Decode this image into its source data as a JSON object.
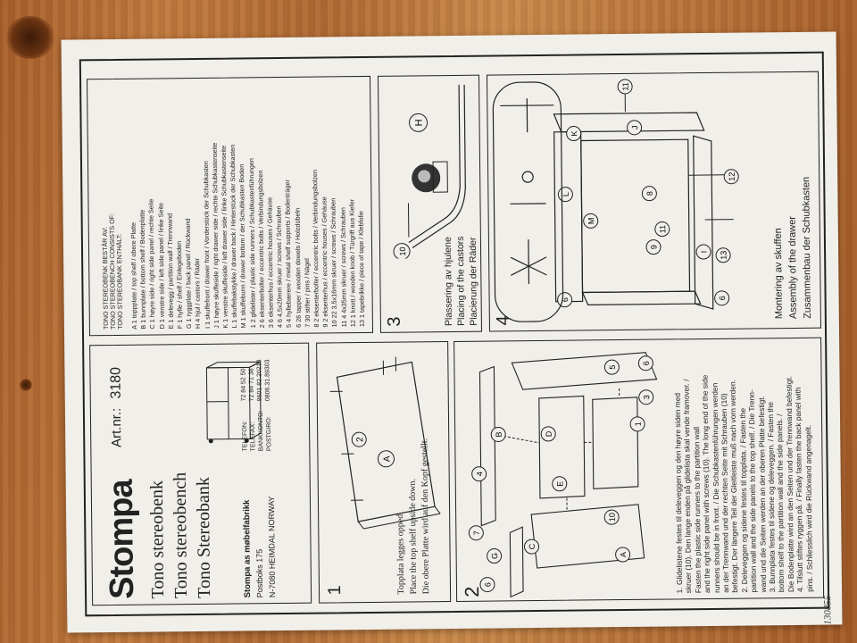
{
  "brand": {
    "name": "Stompa",
    "article_label": "Art.nr.:",
    "article_number": "3180"
  },
  "product": {
    "names": [
      "Tono stereobenk",
      "Tono stereobench",
      "Tono Stereobank"
    ]
  },
  "company": {
    "lines": [
      "Stompa as møbelfabrikk",
      "Postboks 175",
      "N-7080 HEIMDAL NORWAY"
    ],
    "contacts": [
      {
        "label": "TELEFON:",
        "value": "72 84 52 50"
      },
      {
        "label": "TELEFAX:",
        "value": "72 84 71 38"
      },
      {
        "label": "BANKKONTO:",
        "value": "8601.82.20213"
      },
      {
        "label": "POSTGIRO:",
        "value": "0806.31.89303"
      }
    ]
  },
  "parts": {
    "heading": [
      "TONO STEREOBENK BESTÅR AV:",
      "TONO STEREOBENCH CONSISTS OF:",
      "TONO STEREOBANK ENTHÄLT:"
    ],
    "items": [
      "A  1 toppplate / top shelf / obere Platte",
      "B  1 bunnplate / bottom shelf / Bodenplatte",
      "C  1 høyre side / right side panel / rechte Seite",
      "D  1 venstre side / left side panel / linke Seite",
      "E  1 delevegg / partition wall / Trennwand",
      "F  1 hylle / shelf / Einlegeboden",
      "G  1 ryggplate / back panel / Rückwand",
      "H  4 hjul / castors / Räder",
      "I  1 skuffefront / drawer front / Vorderstück der Schubkasten",
      "J  1 høyre skuffeside / right drawer side / rechte Schubkastenseite",
      "K  1 venstre skuffeside / left drawer side / linke Schubkastenseite",
      "L  1 skuffebakstykke / drawer back / Hinterstück der Schubkasten",
      "M  1 skuffebunn / drawer bottom / der Schubkasten Boden",
      "1  2 glidelister / plastic side runners / Schubkastenführungen",
      "2  6 eksenterbolter / eccentric bolts / Verbindungsbolzen",
      "3  6 eksenterhus / eccentric houses / Gehäuse",
      "4  6 4,5x20mm skruer / screws / Schrauben",
      "5  4 hyllebærere / metal shelf supports / Bodenträger",
      "6  26 tapper / wooden dowels / Holzdübeln",
      "7  30 stifter / pins / Nägel",
      "8  2 eksenterbolter / eccentric bolts / Verbindungsbolzen",
      "9  2 eksenterhus / eccentric houses / Gehäuse",
      "10  22 3,5x16mm skruer / screws / Schrauben",
      "11  4 4x35mm skruer / screws / Schrauben",
      "12  1 knott / wooden knob / Türgriff aus Kiefer",
      "13  1 tapebrikke / piece of tape / Klebfolie"
    ]
  },
  "steps": {
    "step1": {
      "number": "1",
      "lines": [
        "Topplata legges opped.",
        "Place the top shelf upside down.",
        "Die obere Platte wird auf den Kopf gestellt."
      ]
    },
    "step2": {
      "number": "2",
      "lines": [
        "1. Glidelistene festes til deleveggen og den høyre siden med",
        "skruer (10). Den lange enden på glidelista skal vende framover. /",
        "Fasten the plastic side runners to the partition wall",
        "and the right side panel with screws (10). The long end of the side",
        "runners should be in front. / Die Schubkastenführungen werden",
        "an der Trennwand und der rechten Seite mit Schrauben (10)",
        "befestigt. Der längere Teil der Gleitleiste muß nach vorn werden.",
        "2. Deleveggen og sidene festes til topplata. / Fasten the",
        "partition wall and the side panels to the top shelf. / Die Trenn-",
        "wand und die Seiten werden an der oberen Platte befestigt.",
        "3. Bunnplata festes til sidene og deleveggen. / Fasten the",
        "bottom shelf to the partition wall and the side panels. /",
        "Die Bodenplatte wird an den Seiten und der Trennwand befestigt.",
        "4. Tilslutt stiftes ryggen på. / Finally fasten the back panel with",
        "pins. / Schliesslich wird die Rückwand angenagelt."
      ]
    },
    "step3": {
      "number": "3",
      "lines": [
        "Plassering av hjulene",
        "Placing of the castors",
        "Placierung der Räder"
      ]
    },
    "step4": {
      "number": "4",
      "lines": [
        "Montering av skuffen",
        "Assembly of the drawer",
        "Zusammenbau der Schubkasten"
      ]
    }
  },
  "diagram_labels": {
    "step1": [
      "2",
      "A"
    ],
    "step2": [
      "6",
      "5",
      "3",
      "B",
      "D",
      "1",
      "4",
      "E",
      "10",
      "A",
      "7",
      "G",
      "C",
      "6"
    ],
    "step3": [
      "H",
      "10"
    ],
    "step4": [
      "11",
      "J",
      "L",
      "M",
      "8",
      "11",
      "12",
      "6",
      "9",
      "I",
      "13",
      "K",
      "6"
    ]
  },
  "handwritten_note": "130855"
}
